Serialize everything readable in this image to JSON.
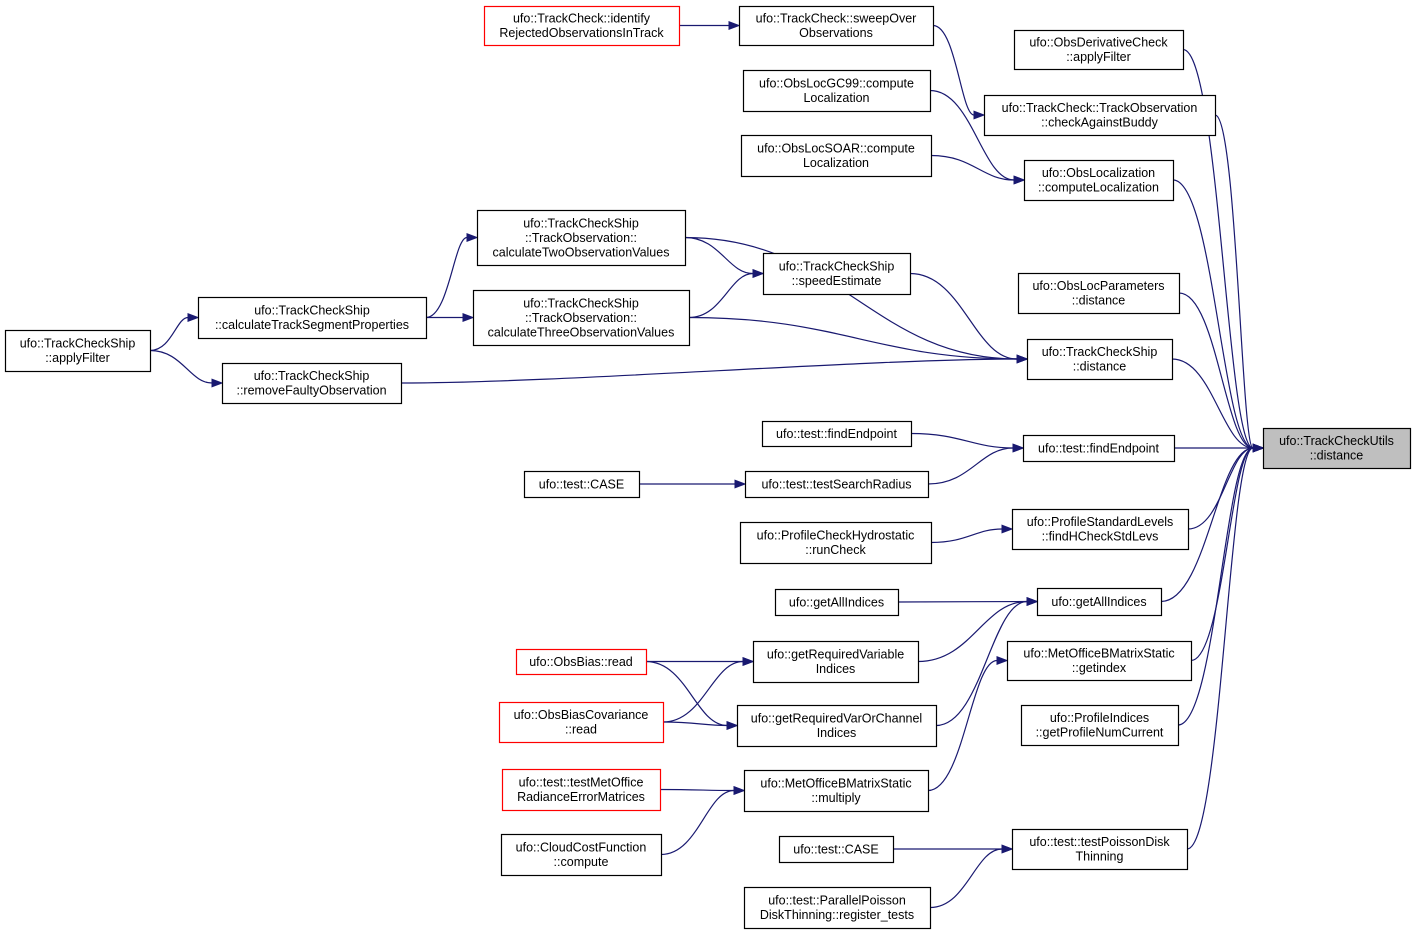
{
  "colors": {
    "edge": "#191970",
    "border": "#000000",
    "highlight_border": "#ff0000",
    "focus_fill": "#bfbfbf"
  },
  "nodes": [
    {
      "id": "n1",
      "lines": [
        "ufo::TrackCheck::identify",
        "RejectedObservationsInTrack"
      ],
      "style": "red"
    },
    {
      "id": "n2",
      "lines": [
        "ufo::TrackCheck::sweepOver",
        "Observations"
      ]
    },
    {
      "id": "n3",
      "lines": [
        "ufo::ObsDerivativeCheck",
        "::applyFilter"
      ]
    },
    {
      "id": "n4",
      "lines": [
        "ufo::ObsLocGC99::compute",
        "Localization"
      ]
    },
    {
      "id": "n5",
      "lines": [
        "ufo::TrackCheck::TrackObservation",
        "::checkAgainstBuddy"
      ]
    },
    {
      "id": "n6",
      "lines": [
        "ufo::ObsLocSOAR::compute",
        "Localization"
      ]
    },
    {
      "id": "n7",
      "lines": [
        "ufo::ObsLocalization",
        "::computeLocalization"
      ]
    },
    {
      "id": "n8",
      "lines": [
        "ufo::TrackCheckShip",
        "::TrackObservation::",
        "calculateTwoObservationValues"
      ]
    },
    {
      "id": "n9",
      "lines": [
        "ufo::TrackCheckShip",
        "::speedEstimate"
      ]
    },
    {
      "id": "n10",
      "lines": [
        "ufo::ObsLocParameters",
        "::distance"
      ]
    },
    {
      "id": "n11",
      "lines": [
        "ufo::TrackCheckShip",
        "::calculateTrackSegmentProperties"
      ]
    },
    {
      "id": "n12",
      "lines": [
        "ufo::TrackCheckShip",
        "::TrackObservation::",
        "calculateThreeObservationValues"
      ]
    },
    {
      "id": "n13",
      "lines": [
        "ufo::TrackCheckShip",
        "::applyFilter"
      ]
    },
    {
      "id": "n14",
      "lines": [
        "ufo::TrackCheckShip",
        "::distance"
      ]
    },
    {
      "id": "n15",
      "lines": [
        "ufo::TrackCheckShip",
        "::removeFaultyObservation"
      ]
    },
    {
      "id": "n16",
      "lines": [
        "ufo::test::findEndpoint"
      ]
    },
    {
      "id": "n17",
      "lines": [
        "ufo::test::findEndpoint"
      ]
    },
    {
      "id": "n18",
      "lines": [
        "ufo::TrackCheckUtils",
        "::distance"
      ],
      "style": "focus"
    },
    {
      "id": "n19",
      "lines": [
        "ufo::test::CASE"
      ]
    },
    {
      "id": "n20",
      "lines": [
        "ufo::test::testSearchRadius"
      ]
    },
    {
      "id": "n21",
      "lines": [
        "ufo::ProfileStandardLevels",
        "::findHCheckStdLevs"
      ]
    },
    {
      "id": "n22",
      "lines": [
        "ufo::ProfileCheckHydrostatic",
        "::runCheck"
      ]
    },
    {
      "id": "n23",
      "lines": [
        "ufo::getAllIndices"
      ]
    },
    {
      "id": "n24",
      "lines": [
        "ufo::getAllIndices"
      ]
    },
    {
      "id": "n25",
      "lines": [
        "ufo::ObsBias::read"
      ],
      "style": "red"
    },
    {
      "id": "n26",
      "lines": [
        "ufo::getRequiredVariable",
        "Indices"
      ]
    },
    {
      "id": "n27",
      "lines": [
        "ufo::MetOfficeBMatrixStatic",
        "::getindex"
      ]
    },
    {
      "id": "n28",
      "lines": [
        "ufo::ObsBiasCovariance",
        "::read"
      ],
      "style": "red"
    },
    {
      "id": "n29",
      "lines": [
        "ufo::getRequiredVarOrChannel",
        "Indices"
      ]
    },
    {
      "id": "n30",
      "lines": [
        "ufo::ProfileIndices",
        "::getProfileNumCurrent"
      ]
    },
    {
      "id": "n31",
      "lines": [
        "ufo::test::testMetOffice",
        "RadianceErrorMatrices"
      ],
      "style": "red"
    },
    {
      "id": "n32",
      "lines": [
        "ufo::MetOfficeBMatrixStatic",
        "::multiply"
      ]
    },
    {
      "id": "n33",
      "lines": [
        "ufo::CloudCostFunction",
        "::compute"
      ]
    },
    {
      "id": "n34",
      "lines": [
        "ufo::test::CASE"
      ]
    },
    {
      "id": "n35",
      "lines": [
        "ufo::test::testPoissonDisk",
        "Thinning"
      ]
    },
    {
      "id": "n36",
      "lines": [
        "ufo::test::ParallelPoisson",
        "DiskThinning::register_tests"
      ]
    }
  ],
  "edges": [
    [
      "n1",
      "n2"
    ],
    [
      "n2",
      "n5"
    ],
    [
      "n5",
      "n18"
    ],
    [
      "n3",
      "n18"
    ],
    [
      "n4",
      "n7"
    ],
    [
      "n6",
      "n7"
    ],
    [
      "n7",
      "n18"
    ],
    [
      "n8",
      "n9"
    ],
    [
      "n12",
      "n9"
    ],
    [
      "n8",
      "n14"
    ],
    [
      "n9",
      "n14"
    ],
    [
      "n12",
      "n14"
    ],
    [
      "n11",
      "n8"
    ],
    [
      "n11",
      "n12"
    ],
    [
      "n13",
      "n11"
    ],
    [
      "n13",
      "n15"
    ],
    [
      "n15",
      "n14"
    ],
    [
      "n10",
      "n18"
    ],
    [
      "n14",
      "n18"
    ],
    [
      "n16",
      "n17"
    ],
    [
      "n20",
      "n17"
    ],
    [
      "n17",
      "n18"
    ],
    [
      "n19",
      "n20"
    ],
    [
      "n22",
      "n21"
    ],
    [
      "n21",
      "n18"
    ],
    [
      "n24",
      "n23"
    ],
    [
      "n26",
      "n23"
    ],
    [
      "n29",
      "n23"
    ],
    [
      "n23",
      "n18"
    ],
    [
      "n25",
      "n26"
    ],
    [
      "n28",
      "n26"
    ],
    [
      "n25",
      "n29"
    ],
    [
      "n28",
      "n29"
    ],
    [
      "n27",
      "n18"
    ],
    [
      "n32",
      "n27"
    ],
    [
      "n30",
      "n18"
    ],
    [
      "n31",
      "n32"
    ],
    [
      "n33",
      "n32"
    ],
    [
      "n34",
      "n35"
    ],
    [
      "n36",
      "n35"
    ],
    [
      "n35",
      "n18"
    ]
  ]
}
